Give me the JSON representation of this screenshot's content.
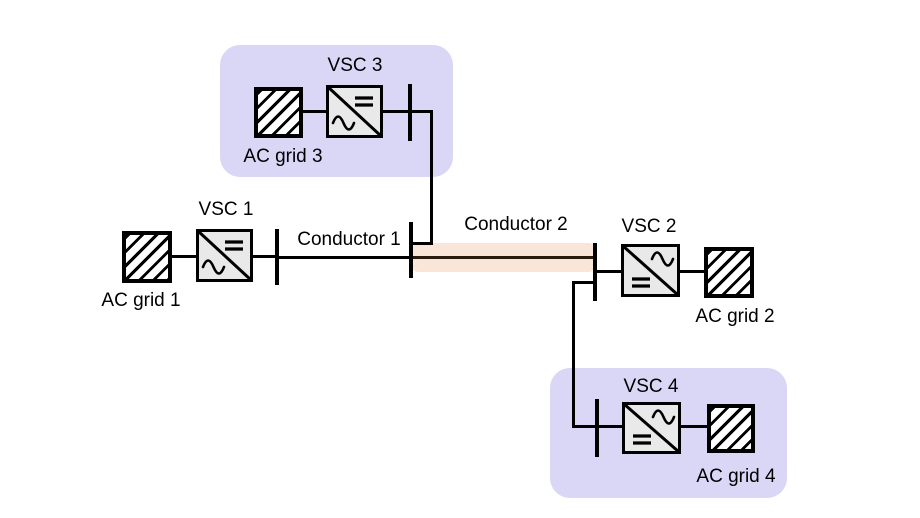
{
  "diagram": {
    "description": "Four-terminal VSC-HVDC grid schematic with two highlighted converter stations and one highlighted conductor",
    "terminals": [
      {
        "converter": "VSC 1",
        "grid": "AC grid 1",
        "highlighted": false
      },
      {
        "converter": "VSC 2",
        "grid": "AC grid 2",
        "highlighted": false
      },
      {
        "converter": "VSC 3",
        "grid": "AC grid 3",
        "highlighted": true
      },
      {
        "converter": "VSC 4",
        "grid": "AC grid 4",
        "highlighted": true
      }
    ],
    "conductors": [
      {
        "label": "Conductor 1",
        "highlighted": false
      },
      {
        "label": "Conductor 2",
        "highlighted": true
      }
    ],
    "colors": {
      "background": "#ffffff",
      "terminal_highlight": "#d9d6f6",
      "conductor_highlight": "#fae6d8",
      "converter_fill": "#e9e9e9",
      "wire": "#000000",
      "highlighted_conductor_wire": "#2b1a10"
    },
    "symbols": {
      "converter": "square box, diagonal divider, AC sine-wave side and DC equals side",
      "ac_grid": "square with diagonal hatching",
      "busbar": "short vertical bar"
    }
  }
}
